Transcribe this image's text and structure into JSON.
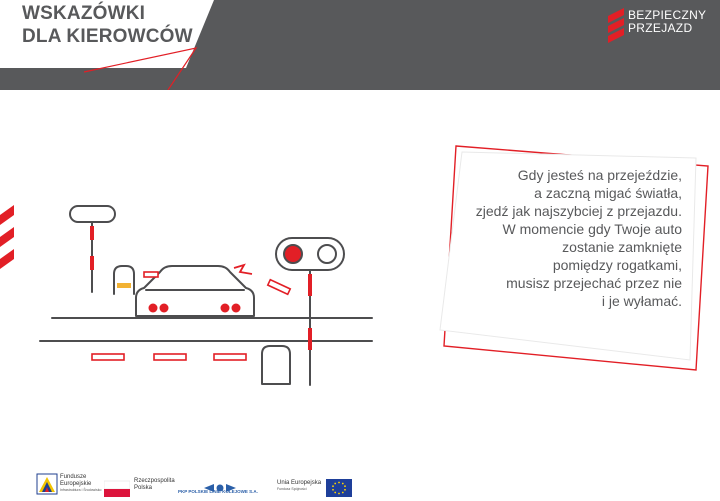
{
  "header": {
    "title_line1": "WSKAZÓWKI",
    "title_line2": "DLA KIEROWCÓW",
    "brand_line1": "BEZPIECZNY",
    "brand_line2": "PRZEJAZD"
  },
  "tip": {
    "lines": [
      "Gdy jesteś na przejeździe,",
      "a zaczną migać światła,",
      "zjedź jak najszybciej z przejazdu.",
      "W momencie gdy Twoje auto",
      "zostanie zamknięte",
      "pomiędzy rogatkami,",
      "musisz przejechać przez nie",
      "i je wyłamać."
    ]
  },
  "footer": {
    "logos": [
      {
        "name": "Fundusze Europejskie",
        "line1": "Fundusze",
        "line2": "Europejskie",
        "sub": "Infrastruktura i Środowisko"
      },
      {
        "name": "Rzeczpospolita Polska",
        "line1": "Rzeczpospolita",
        "line2": "Polska"
      },
      {
        "name": "PKP Polskie Linie Kolejowe S.A.",
        "line1": "PKP POLSKIE LINIE KOLEJOWE S.A."
      },
      {
        "name": "Unia Europejska",
        "line1": "Unia Europejska",
        "sub": "Fundusz Spójności"
      }
    ]
  },
  "colors": {
    "accent_red": "#e21f26",
    "dark_gray": "#58595b",
    "line_gray": "#4d4d4f"
  }
}
